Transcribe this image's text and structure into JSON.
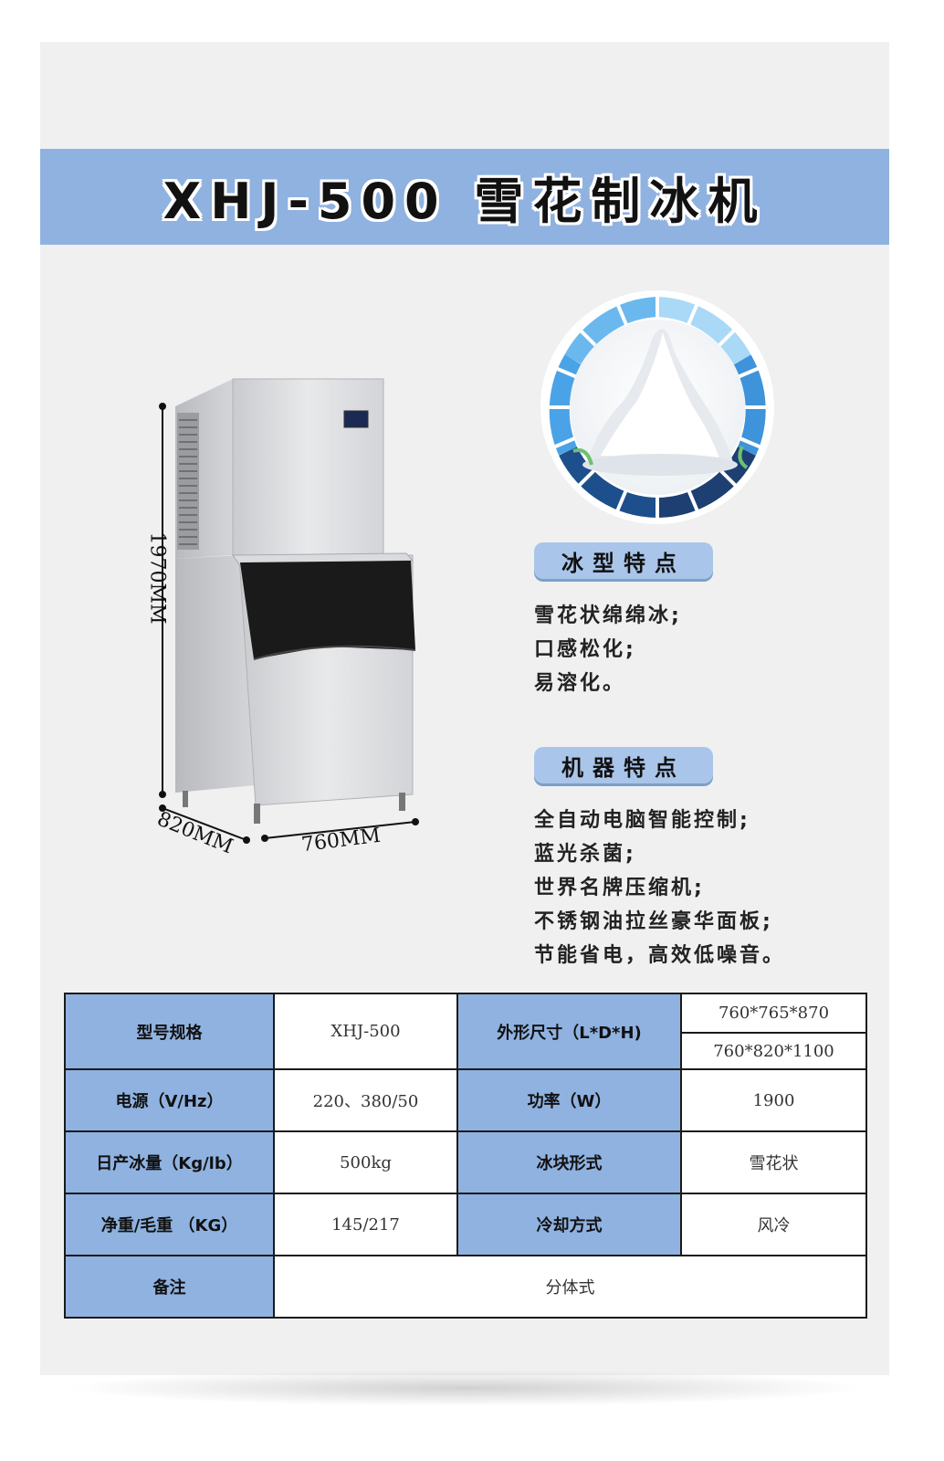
{
  "title": "XHJ-500 雪花制冰机",
  "dimensions": {
    "height": "1970MM",
    "depth": "820MM",
    "width": "760MM"
  },
  "ice_features": {
    "heading": "冰型特点",
    "items": [
      "雪花状绵绵冰;",
      "口感松化;",
      "易溶化。"
    ]
  },
  "machine_features": {
    "heading": "机器特点",
    "items": [
      "全自动电脑智能控制;",
      "蓝光杀菌;",
      "世界名牌压缩机;",
      "不锈钢油拉丝豪华面板;",
      "节能省电，高效低噪音。"
    ]
  },
  "spec_table": {
    "model_label": "型号规格",
    "model_value": "XHJ-500",
    "size_label": "外形尺寸（L*D*H)",
    "size_value_1": "760*765*870",
    "size_value_2": "760*820*1100",
    "power_source_label": "电源（V/Hz）",
    "power_source_value": "220、380/50",
    "power_label": "功率（W）",
    "power_value": "1900",
    "daily_output_label": "日产冰量（Kg/lb）",
    "daily_output_value": "500kg",
    "ice_shape_label": "冰块形式",
    "ice_shape_value": "雪花状",
    "weight_label": "净重/毛重 （KG）",
    "weight_value": "145/217",
    "cooling_label": "冷却方式",
    "cooling_value": "风冷",
    "remark_label": "备注",
    "remark_value": "分体式"
  },
  "colors": {
    "banner": "#8fb2e0",
    "pill": "#a9c5ea",
    "table_header": "#8fb2e0",
    "ring_dark": "#1d3f72",
    "ring_light": "#4aa3e6"
  }
}
